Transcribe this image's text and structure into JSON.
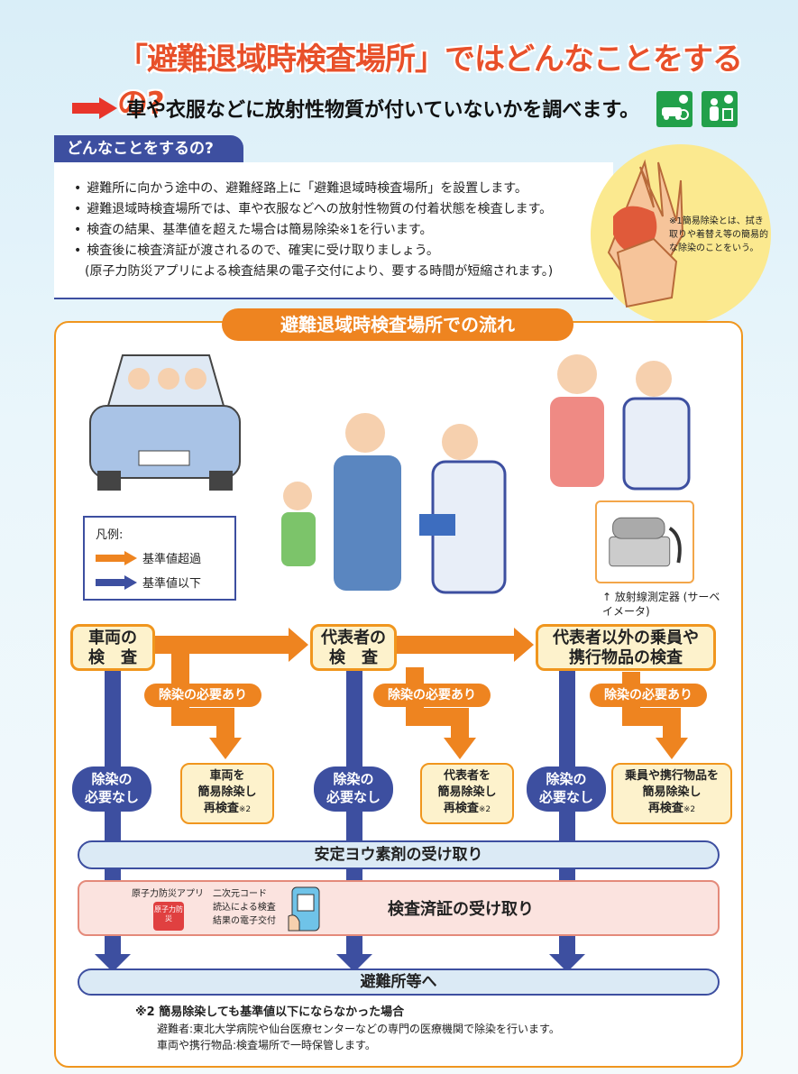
{
  "header": {
    "title": "「避難退域時検査場所」ではどんなことをするの?",
    "lead": "車や衣服などに放射性物質が付いていないかを調べます。"
  },
  "faq": {
    "tab": "どんなことをするの?",
    "items": [
      "避難所に向かう途中の、避難経路上に「避難退域時検査場所」を設置します。",
      "避難退域時検査場所では、車や衣服などへの放射性物質の付着状態を検査します。",
      "検査の結果、基準値を超えた場合は簡易除染※1を行います。",
      "検査後に検査済証が渡されるので、確実に受け取りましょう。"
    ],
    "continuation": "(原子力防災アプリによる検査結果の電子交付により、要する時間が短縮されます。)",
    "note1": "※1簡易除染とは、拭き取りや着替え等の簡易的な除染のことをいう。"
  },
  "flow": {
    "title": "避難退域時検査場所での流れ",
    "legend": {
      "title": "凡例:",
      "over": "基準値超過",
      "under": "基準値以下",
      "over_color": "#ee8420",
      "under_color": "#3d4fa0"
    },
    "meter_caption": "↑ 放射線測定器 (サーベイメータ)",
    "checks": [
      {
        "line1": "車両の",
        "line2": "検　査"
      },
      {
        "line1": "代表者の",
        "line2": "検　査"
      },
      {
        "line1": "代表者以外の乗員や",
        "line2": "携行物品の検査"
      }
    ],
    "need_yes": "除染の必要あり",
    "need_no_line1": "除染の",
    "need_no_line2": "必要なし",
    "decon": [
      {
        "l1": "車両を",
        "l2": "簡易除染し",
        "l3": "再検査",
        "sup": "※2"
      },
      {
        "l1": "代表者を",
        "l2": "簡易除染し",
        "l3": "再検査",
        "sup": "※2"
      },
      {
        "l1": "乗員や携行物品を",
        "l2": "簡易除染し",
        "l3": "再検査",
        "sup": "※2"
      }
    ],
    "iodine": "安定ヨウ素剤の受け取り",
    "cert": {
      "app_label": "原子力防災アプリ",
      "app_icon": "原子力防災",
      "qr_text_1": "二次元コード",
      "qr_text_2": "読込による検査",
      "qr_text_3": "結果の電子交付",
      "label": "検査済証の受け取り"
    },
    "shelter": "避難所等へ"
  },
  "note2": {
    "heading": "※2 簡易除染しても基準値以下にならなかった場合",
    "line1": "避難者:東北大学病院や仙台医療センターなどの専門の医療機関で除染を行います。",
    "line2": "車両や携行物品:検査場所で一時保管します。"
  }
}
